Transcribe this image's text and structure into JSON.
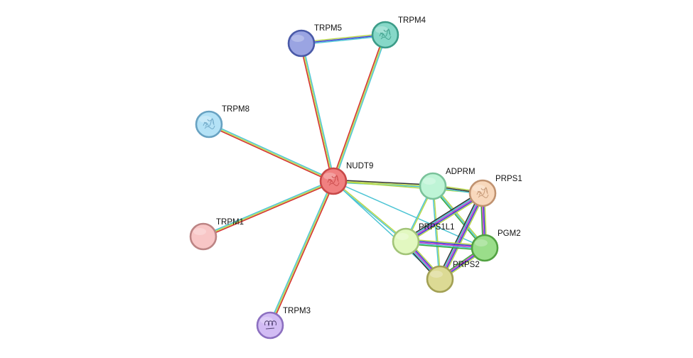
{
  "nodes": [
    {
      "id": "NUDT9",
      "label": "NUDT9",
      "fill": "#f08080",
      "stroke": "#c84848",
      "glyph": "structure-glyph"
    },
    {
      "id": "TRPM5",
      "label": "TRPM5",
      "fill": "#9aa4e2",
      "stroke": "#4a5aa8",
      "glyph": ""
    },
    {
      "id": "TRPM4",
      "label": "TRPM4",
      "fill": "#86d8c8",
      "stroke": "#3c9c88",
      "glyph": "structure-glyph"
    },
    {
      "id": "TRPM8",
      "label": "TRPM8",
      "fill": "#b4e2f6",
      "stroke": "#68a2c2",
      "glyph": "structure-glyph"
    },
    {
      "id": "TRPM1",
      "label": "TRPM1",
      "fill": "#f8c6c6",
      "stroke": "#bc8484",
      "glyph": ""
    },
    {
      "id": "TRPM3",
      "label": "TRPM3",
      "fill": "#d2bcf4",
      "stroke": "#8c70c0",
      "glyph": "coil-glyph"
    },
    {
      "id": "ADPRM",
      "label": "ADPRM",
      "fill": "#bef4d6",
      "stroke": "#7ac29a",
      "glyph": ""
    },
    {
      "id": "PRPS1",
      "label": "PRPS1",
      "fill": "#f8d8bc",
      "stroke": "#c09270",
      "glyph": "structure-glyph"
    },
    {
      "id": "PRPS1L1",
      "label": "PRPS1L1",
      "fill": "#e2f8c0",
      "stroke": "#a2c478",
      "glyph": ""
    },
    {
      "id": "PGM2",
      "label": "PGM2",
      "fill": "#9ade8a",
      "stroke": "#52a242",
      "glyph": ""
    },
    {
      "id": "PRPS2",
      "label": "PRPS2",
      "fill": "#dcda94",
      "stroke": "#a2a054",
      "glyph": ""
    }
  ],
  "edges": [
    {
      "a": "NUDT9",
      "b": "TRPM5",
      "colors": [
        "#d42a2a",
        "#b8d84a",
        "#4cc4d4"
      ]
    },
    {
      "a": "NUDT9",
      "b": "TRPM4",
      "colors": [
        "#d42a2a",
        "#b8d84a",
        "#4cc4d4"
      ]
    },
    {
      "a": "TRPM5",
      "b": "TRPM4",
      "colors": [
        "#b8d84a",
        "#3c3cd8",
        "#4cc4d4"
      ]
    },
    {
      "a": "NUDT9",
      "b": "TRPM8",
      "colors": [
        "#d42a2a",
        "#b8d84a",
        "#4cc4d4"
      ]
    },
    {
      "a": "NUDT9",
      "b": "TRPM1",
      "colors": [
        "#d42a2a",
        "#b8d84a",
        "#4cc4d4"
      ]
    },
    {
      "a": "NUDT9",
      "b": "TRPM3",
      "colors": [
        "#d42a2a",
        "#b8d84a",
        "#4cc4d4"
      ]
    },
    {
      "a": "NUDT9",
      "b": "ADPRM",
      "colors": [
        "#333333",
        "#b8d84a",
        "#4cc4d4"
      ]
    },
    {
      "a": "NUDT9",
      "b": "PRPS1",
      "colors": [
        "#b8d84a"
      ]
    },
    {
      "a": "NUDT9",
      "b": "PRPS1L1",
      "colors": [
        "#b8d84a",
        "#4cc4d4"
      ]
    },
    {
      "a": "NUDT9",
      "b": "PGM2",
      "colors": [
        "#4cc4d4"
      ]
    },
    {
      "a": "NUDT9",
      "b": "PRPS2",
      "colors": [
        "#4cc4d4"
      ]
    },
    {
      "a": "ADPRM",
      "b": "PRPS1",
      "colors": [
        "#b8d84a",
        "#333333",
        "#4cc4d4"
      ]
    },
    {
      "a": "ADPRM",
      "b": "PRPS1L1",
      "colors": [
        "#b8d84a",
        "#4cc4d4"
      ]
    },
    {
      "a": "ADPRM",
      "b": "PGM2",
      "colors": [
        "#b8d84a",
        "#4cc4d4",
        "#3aa83a"
      ]
    },
    {
      "a": "ADPRM",
      "b": "PRPS2",
      "colors": [
        "#b8d84a",
        "#4cc4d4"
      ]
    },
    {
      "a": "PRPS1",
      "b": "PRPS1L1",
      "colors": [
        "#b8d84a",
        "#3c3cd8",
        "#c83cc8",
        "#4cc4d4",
        "#333333"
      ]
    },
    {
      "a": "PRPS1",
      "b": "PGM2",
      "colors": [
        "#b8d84a",
        "#3c3cd8",
        "#c83cc8",
        "#3aa83a"
      ]
    },
    {
      "a": "PRPS1",
      "b": "PRPS2",
      "colors": [
        "#b8d84a",
        "#3c3cd8",
        "#c83cc8",
        "#4cc4d4",
        "#333333"
      ]
    },
    {
      "a": "PRPS1L1",
      "b": "PGM2",
      "colors": [
        "#b8d84a",
        "#3c3cd8",
        "#c83cc8",
        "#4cc4d4",
        "#3aa83a"
      ]
    },
    {
      "a": "PRPS1L1",
      "b": "PRPS2",
      "colors": [
        "#b8d84a",
        "#3c3cd8",
        "#c83cc8",
        "#4cc4d4",
        "#333333"
      ]
    },
    {
      "a": "PGM2",
      "b": "PRPS2",
      "colors": [
        "#b8d84a",
        "#3c3cd8",
        "#c83cc8",
        "#3aa83a"
      ]
    }
  ]
}
